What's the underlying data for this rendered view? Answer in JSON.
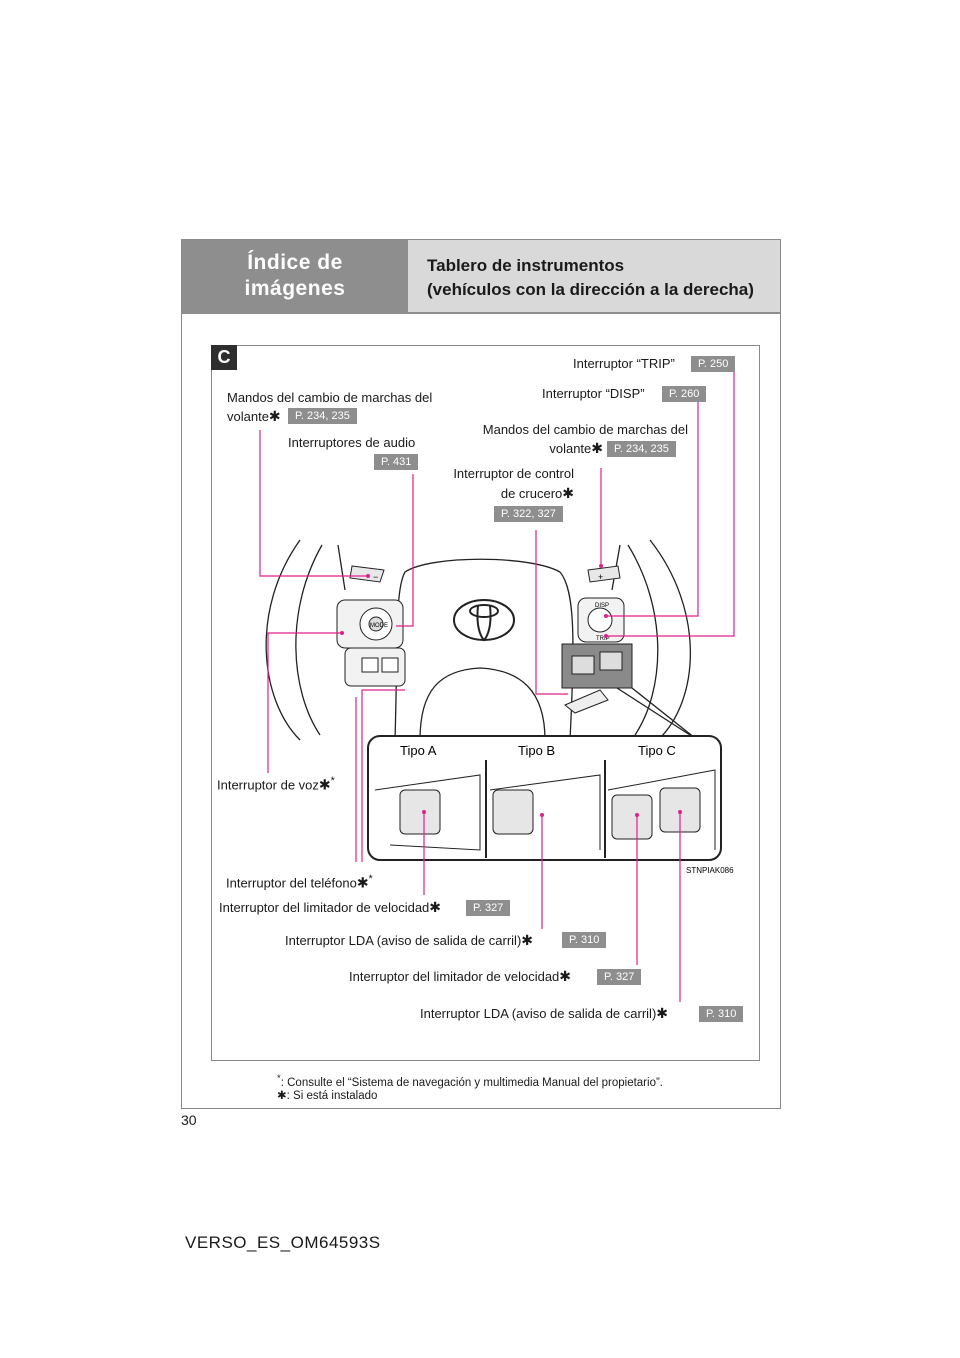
{
  "header": {
    "section_title": "Índice de\nimágenes",
    "subtitle": "Tablero de instrumentos\n(vehículos con la dirección a la derecha)"
  },
  "panel_badge": "C",
  "callouts": {
    "trip": {
      "label": "Interruptor “TRIP”",
      "ref": "P. 250"
    },
    "disp": {
      "label": "Interruptor “DISP”",
      "ref": "P. 260"
    },
    "paddles_left": {
      "line1": "Mandos del cambio de marchas del",
      "line2": "volante",
      "ref": "P. 234, 235"
    },
    "audio": {
      "label": "Interruptores de audio",
      "ref": "P. 431"
    },
    "paddles_right": {
      "line1": "Mandos del cambio de marchas del",
      "line2": "volante",
      "ref": "P. 234, 235"
    },
    "cruise": {
      "line1": "Interruptor de control",
      "line2": "de crucero",
      "ref": "P. 322, 327"
    },
    "voice": {
      "label": "Interruptor de voz"
    },
    "phone": {
      "label": "Interruptor del teléfono"
    },
    "speed_limiter_a": {
      "label": "Interruptor del limitador de velocidad",
      "ref": "P. 327"
    },
    "lda_b": {
      "label": "Interruptor LDA (aviso de salida de carril)",
      "ref": "P. 310"
    },
    "speed_limiter_c": {
      "label": "Interruptor del limitador de velocidad",
      "ref": "P. 327"
    },
    "lda_c": {
      "label": "Interruptor LDA (aviso de salida de carril)",
      "ref": "P. 310"
    }
  },
  "marks": {
    "asterisk": "*",
    "sextile": "✱"
  },
  "inset": {
    "tipo_a": "Tipo A",
    "tipo_b": "Tipo B",
    "tipo_c": "Tipo C",
    "image_code": "STNPIAK086"
  },
  "wheel_labels": {
    "mode": "MODE",
    "disp": "DISP",
    "trip": "TRIP",
    "plus": "+",
    "minus": "−"
  },
  "footnotes": {
    "note1": ": Consulte el “Sistema de navegación y multimedia Manual del propietario”.",
    "note2": ": Si está instalado"
  },
  "page_number": "30",
  "doc_id": "VERSO_ES_OM64593S",
  "colors": {
    "leader": "#e0208a",
    "header_dark": "#8e8e8e",
    "header_light": "#d9d9d9"
  }
}
